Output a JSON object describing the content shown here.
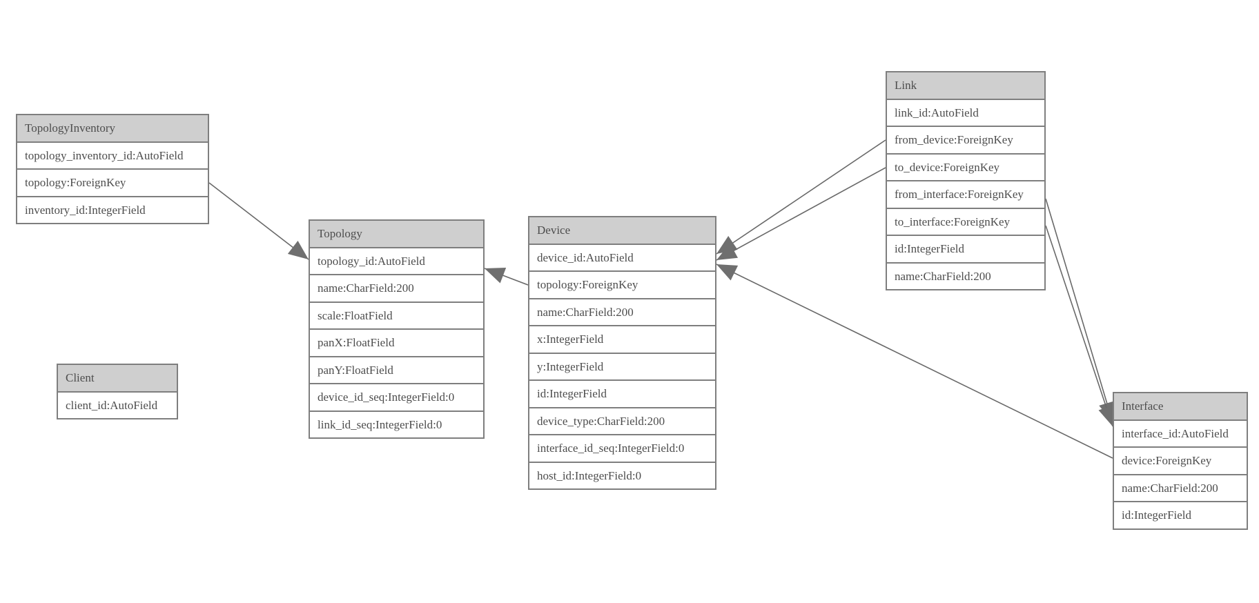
{
  "diagram": {
    "kind": "model-er-diagram",
    "colors": {
      "background": "#ffffff",
      "box_border": "#7e7e7e",
      "header_fill": "#cfcfcf",
      "row_fill": "#ffffff",
      "text": "#4d4d4d",
      "connector": "#686868",
      "arrowhead": "#6f6f6f"
    }
  },
  "entities": {
    "topology_inventory": {
      "title": "TopologyInventory",
      "fields": [
        "topology_inventory_id:AutoField",
        "topology:ForeignKey",
        "inventory_id:IntegerField"
      ]
    },
    "topology": {
      "title": "Topology",
      "fields": [
        "topology_id:AutoField",
        "name:CharField:200",
        "scale:FloatField",
        "panX:FloatField",
        "panY:FloatField",
        "device_id_seq:IntegerField:0",
        "link_id_seq:IntegerField:0"
      ]
    },
    "client": {
      "title": "Client",
      "fields": [
        "client_id:AutoField"
      ]
    },
    "device": {
      "title": "Device",
      "fields": [
        "device_id:AutoField",
        "topology:ForeignKey",
        "name:CharField:200",
        "x:IntegerField",
        "y:IntegerField",
        "id:IntegerField",
        "device_type:CharField:200",
        "interface_id_seq:IntegerField:0",
        "host_id:IntegerField:0"
      ]
    },
    "link": {
      "title": "Link",
      "fields": [
        "link_id:AutoField",
        "from_device:ForeignKey",
        "to_device:ForeignKey",
        "from_interface:ForeignKey",
        "to_interface:ForeignKey",
        "id:IntegerField",
        "name:CharField:200"
      ]
    },
    "interface": {
      "title": "Interface",
      "fields": [
        "interface_id:AutoField",
        "device:ForeignKey",
        "name:CharField:200",
        "id:IntegerField"
      ]
    }
  },
  "relationships": [
    {
      "from": "TopologyInventory.topology",
      "to": "Topology.topology_id"
    },
    {
      "from": "Device.topology",
      "to": "Topology.topology_id"
    },
    {
      "from": "Link.from_device",
      "to": "Device.device_id"
    },
    {
      "from": "Link.to_device",
      "to": "Device.device_id"
    },
    {
      "from": "Link.from_interface",
      "to": "Interface.interface_id"
    },
    {
      "from": "Link.to_interface",
      "to": "Interface.interface_id"
    },
    {
      "from": "Interface.device",
      "to": "Device.device_id"
    }
  ]
}
